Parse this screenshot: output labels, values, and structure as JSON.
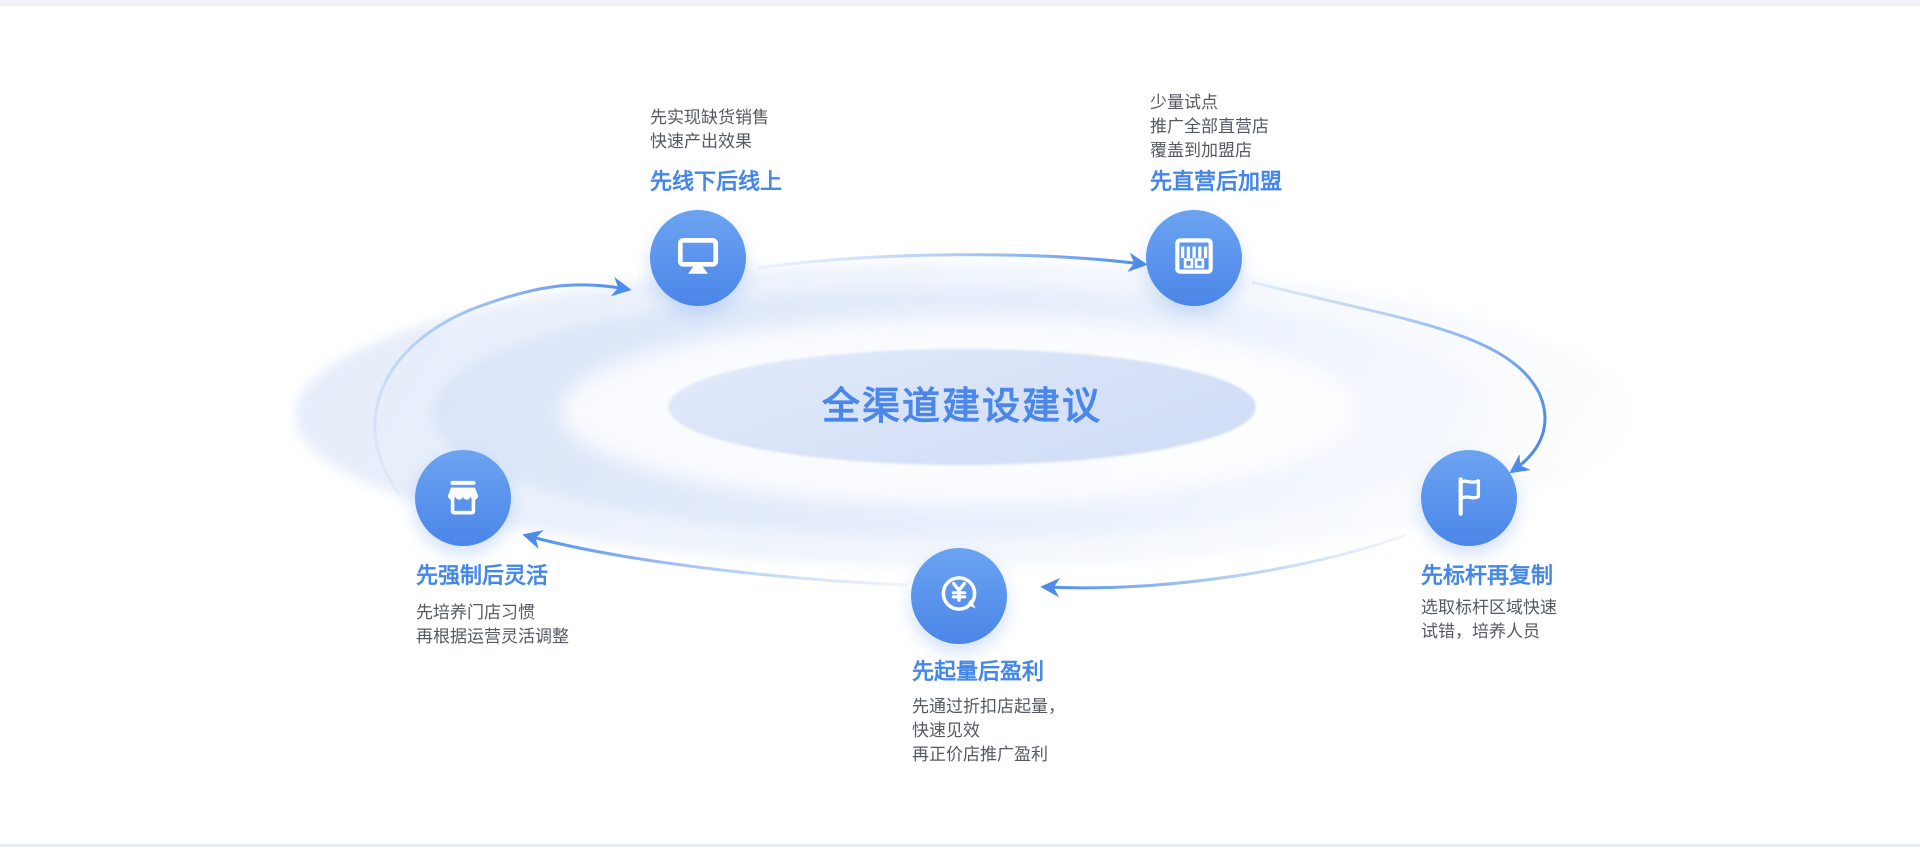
{
  "window": {
    "top_strip_color": "#f3f2f9",
    "background": "#ffffff"
  },
  "center": {
    "title": "全渠道建设建议",
    "title_color": "#4a87e8"
  },
  "nodes": [
    {
      "id": "offline-first",
      "position": "top-left",
      "title": "先线下后线上",
      "desc": [
        "先实现缺货销售",
        "快速产出效果"
      ],
      "icon": "monitor-icon"
    },
    {
      "id": "direct-first",
      "position": "top-right",
      "title": "先直营后加盟",
      "desc": [
        "少量试点",
        "推广全部直营店",
        "覆盖到加盟店"
      ],
      "icon": "storefront-striped-icon"
    },
    {
      "id": "benchmark-first",
      "position": "right",
      "title": "先标杆再复制",
      "desc": [
        "选取标杆区域快速",
        "试错，培养人员"
      ],
      "icon": "flag-icon"
    },
    {
      "id": "volume-first",
      "position": "bottom",
      "title": "先起量后盈利",
      "desc": [
        "先通过折扣店起量，",
        "快速见效",
        "再正价店推广盈利"
      ],
      "icon": "yuan-cycle-icon"
    },
    {
      "id": "mandatory-first",
      "position": "left",
      "title": "先强制后灵活",
      "desc": [
        "先培养门店习惯",
        "再根据运营灵活调整"
      ],
      "icon": "storefront-awning-icon"
    }
  ],
  "flow": {
    "direction": "clockwise",
    "order": [
      "mandatory-first",
      "offline-first",
      "direct-first",
      "benchmark-first",
      "volume-first"
    ]
  },
  "colors": {
    "node_gradient_top": "#6ca3f1",
    "node_gradient_bottom": "#4b86e8",
    "arrow": "#4e8ce9",
    "title_blue": "#4587e8",
    "desc_gray": "#555a61",
    "ellipse_inner": "#d7e2f8"
  }
}
